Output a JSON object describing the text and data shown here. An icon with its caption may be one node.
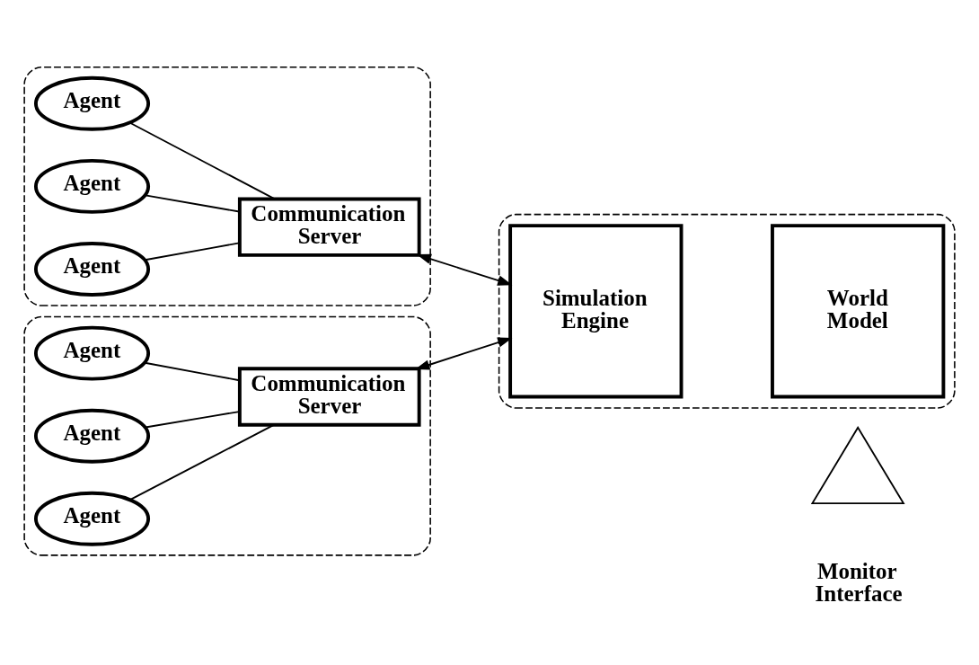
{
  "diagram": {
    "nodes": [
      {
        "text": [],
        "shape": "box"
      },
      {
        "text": [
          "Agent"
        ],
        "in": 0
      },
      {
        "text": [
          "Agent"
        ],
        "in": 0
      },
      {
        "text": [
          "Agent"
        ],
        "in": 0
      },
      {
        "text": [
          "Communication Server"
        ],
        "in": 0
      },
      {
        "text": [],
        "shape": "box"
      },
      {
        "text": [
          "Agent"
        ],
        "in": 5
      },
      {
        "text": [
          "Agent"
        ],
        "in": 5
      },
      {
        "text": [
          "Agent"
        ],
        "in": 5
      },
      {
        "text": [
          "Communication Server"
        ],
        "in": 5
      },
      {
        "text": [],
        "shape": "box"
      },
      {
        "text": [
          "Simulation Engine"
        ],
        "in": 10
      },
      {
        "text": [
          "World Model"
        ],
        "in": 10
      },
      {
        "text": [],
        "shape": "triangle",
        "beside": [
          "Monitor Interface"
        ]
      }
    ],
    "edges": [
      {
        "from": 1,
        "to": 4,
        "arrow": "none"
      },
      {
        "from": 2,
        "to": 4,
        "arrow": "none"
      },
      {
        "from": 3,
        "to": 4,
        "arrow": "none"
      },
      {
        "from": 6,
        "to": 9,
        "arrow": "none"
      },
      {
        "from": 7,
        "to": 9,
        "arrow": "none"
      },
      {
        "from": 8,
        "to": 9,
        "arrow": "none"
      },
      {
        "from": 4,
        "to": 11,
        "arrow": "both"
      },
      {
        "from": 9,
        "to": 11,
        "arrow": "both"
      }
    ]
  }
}
